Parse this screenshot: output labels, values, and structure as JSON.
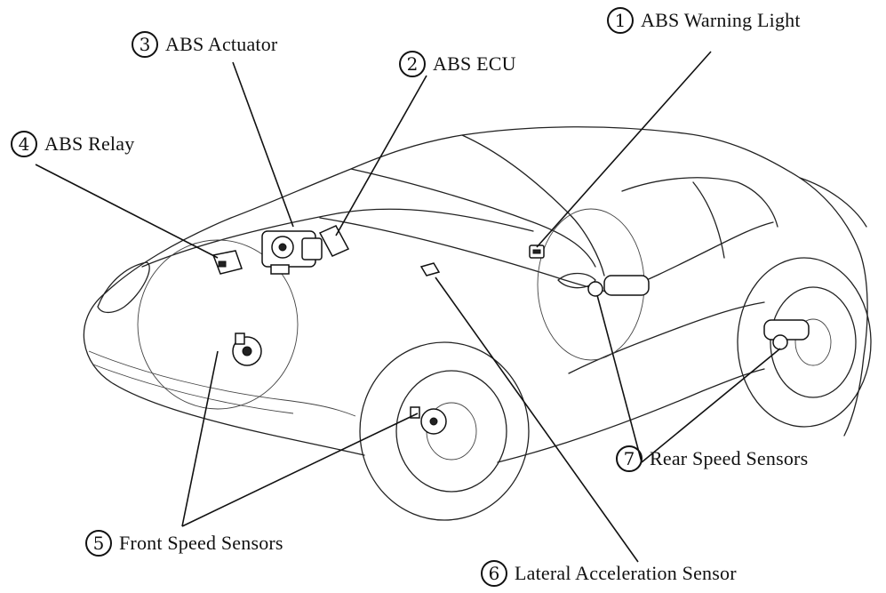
{
  "callouts": [
    {
      "number": "1",
      "label": "ABS Warning Light"
    },
    {
      "number": "2",
      "label": "ABS ECU"
    },
    {
      "number": "3",
      "label": "ABS Actuator"
    },
    {
      "number": "4",
      "label": "ABS Relay"
    },
    {
      "number": "5",
      "label": "Front Speed Sensors"
    },
    {
      "number": "6",
      "label": "Lateral Acceleration Sensor"
    },
    {
      "number": "7",
      "label": "Rear Speed Sensors"
    }
  ],
  "colors": {
    "ink": "#111111",
    "background": "#ffffff"
  }
}
